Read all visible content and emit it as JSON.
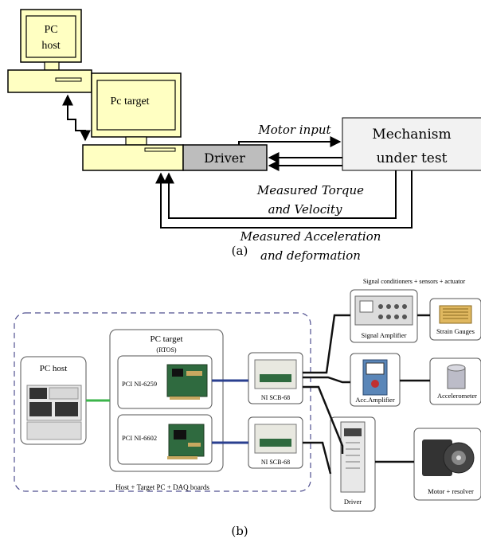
{
  "figure_a": {
    "pc_host_line1": "PC",
    "pc_host_line2": "host",
    "pc_target": "Pc target",
    "driver": "Driver",
    "mechanism_line1": "Mechanism",
    "mechanism_line2": "under test",
    "motor_input": "Motor input",
    "torque_line1": "Measured Torque",
    "torque_line2": "and Velocity",
    "accel_line1": "Measured Acceleration",
    "accel_line2": "and deformation",
    "caption": "(a)"
  },
  "figure_b": {
    "signal_header": "Signal conditioners + sensors + actuator",
    "pc_host": "PC host",
    "pc_target": "PC target",
    "rtos": "(RTOS)",
    "board1": "PCI NI-6259",
    "board2": "PCI NI-6602",
    "scb1": "NI SCB-68",
    "scb2": "NI SCB-68",
    "host_caption": "Host + Target PC + DAQ boards",
    "signal_amplifier": "Signal Amplifier",
    "strain_gauges": "Strain Gauges",
    "acc_amplifier": "Acc.Amplifier",
    "accelerometer": "Accelerometer",
    "driver": "Driver",
    "motor": "Motor + resolver",
    "caption": "(b)"
  },
  "colors": {
    "pc_fill": "#ffffc2",
    "driver_fill": "#bdbdbd",
    "mechanism_fill": "#f2f2f2",
    "dash_border": "#4f4f8f",
    "link_green": "#3cb44b",
    "link_blue": "#2a3f8f"
  }
}
